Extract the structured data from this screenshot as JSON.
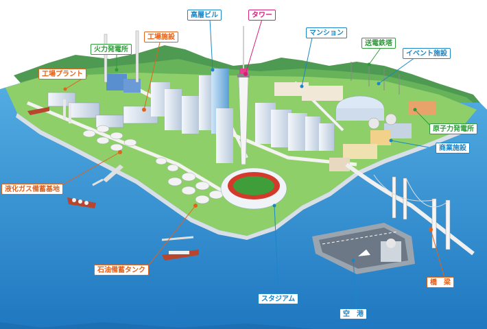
{
  "labels": {
    "thermal_power_plant": "火力発電所",
    "factory_facility": "工場施設",
    "high_rise_building": "高層ビル",
    "tower": "タワー",
    "mansion": "マンション",
    "power_transmission_tower": "送電鉄塔",
    "event_facility": "イベント施設",
    "industrial_plant": "工場プラント",
    "nuclear_power_plant": "原子力発電所",
    "commercial_facility": "商業施設",
    "lng_storage_base": "液化ガス備蓄基地",
    "oil_storage_tank": "石油備蓄タンク",
    "stadium": "スタジアム",
    "airport": "空　港",
    "bridge": "橋　梁"
  },
  "colors": {
    "orange_label": "#e2621b",
    "green_label": "#2f9a3a",
    "blue_label": "#1a86c8",
    "pink_label": "#d51e7a",
    "sea": "#2f8fd0",
    "land": "#8fcf6a",
    "hills": "#4e9a52"
  }
}
